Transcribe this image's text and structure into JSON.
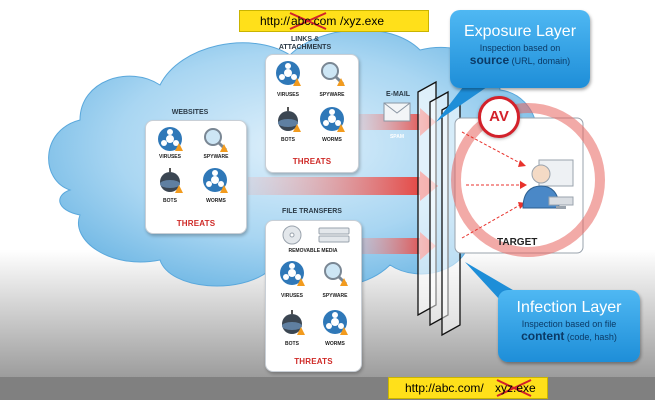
{
  "top_url": {
    "prefix": "http://",
    "struck": "abc.com",
    "suffix": "/xyz.exe"
  },
  "bottom_url": {
    "prefix": "http://abc.com/",
    "struck": "xyz.exe"
  },
  "exposure": {
    "title": "Exposure Layer",
    "line1": "Inspection based on",
    "bold": "source",
    "rest": " (URL, domain)"
  },
  "infection": {
    "title": "Infection Layer",
    "line1": "Inspection based on file",
    "bold": "content",
    "rest": " (code, hash)"
  },
  "websites": {
    "title": "WEBSITES",
    "threats": "THREATS",
    "labels": [
      "VIRUSES",
      "SPYWARE",
      "BOTS",
      "WORMS"
    ]
  },
  "links": {
    "title_line1": "LINKS &",
    "title_line2": "ATTACHMENTS",
    "threats": "THREATS",
    "labels": [
      "VIRUSES",
      "SPYWARE",
      "BOTS",
      "WORMS"
    ]
  },
  "files": {
    "title": "FILE TRANSFERS",
    "media": "REMOVABLE MEDIA",
    "threats": "THREATS",
    "labels": [
      "VIRUSES",
      "SPYWARE",
      "BOTS",
      "WORMS"
    ]
  },
  "email": {
    "title": "E-MAIL",
    "spam": "SPAM"
  },
  "av": "AV",
  "target": "TARGET",
  "colors": {
    "threat_red": "#cf2a27",
    "callout_blue": "#2aa1e8",
    "url_yellow": "#ffe01a",
    "arrow_red": "#e8322c"
  },
  "icons": [
    "biohazard-icon",
    "magnifier-icon",
    "bomb-icon",
    "bug-icon",
    "warning-icon",
    "envelope-icon",
    "user-icon",
    "monitor-icon",
    "disc-icon",
    "drive-icon"
  ]
}
